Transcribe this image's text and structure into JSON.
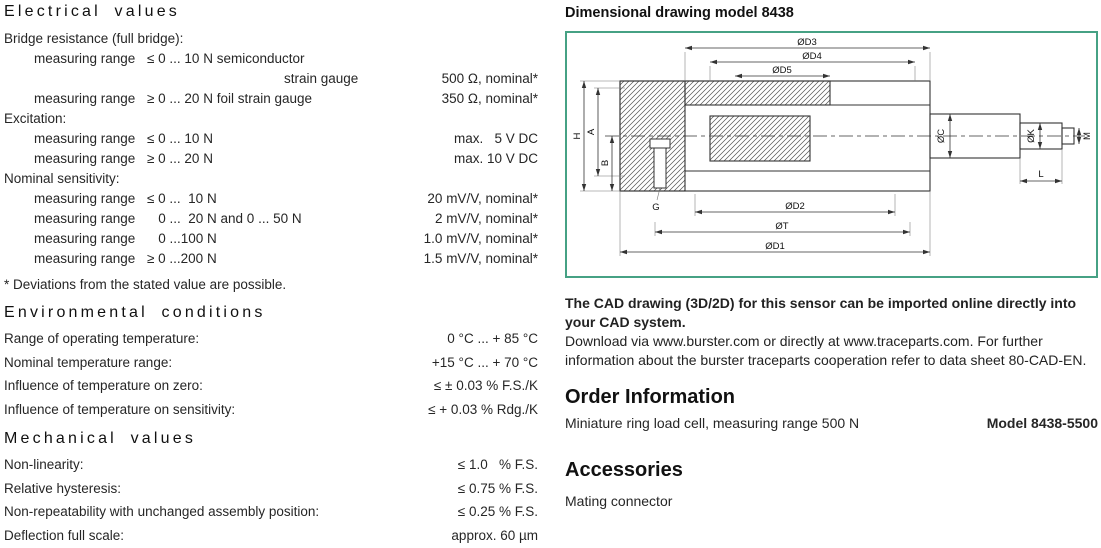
{
  "colors": {
    "accent_green": "#46a184"
  },
  "left": {
    "electrical": {
      "title": "Electrical values",
      "bridge": {
        "heading": "Bridge resistance (full bridge):",
        "rows": [
          {
            "label": "measuring range",
            "mid": "≤ 0 ... 10 N semiconductor",
            "value": ""
          },
          {
            "label": "",
            "mid": "strain gauge",
            "value": "500 Ω, nominal*"
          },
          {
            "label": "measuring range",
            "mid": "≥ 0 ... 20 N foil strain gauge",
            "value": "350 Ω, nominal*"
          }
        ]
      },
      "excitation": {
        "heading": "Excitation:",
        "rows": [
          {
            "label": "measuring range",
            "mid": "≤ 0 ... 10 N",
            "value": "max.   5 V DC"
          },
          {
            "label": "measuring range",
            "mid": "≥ 0 ... 20 N",
            "value": "max. 10 V DC"
          }
        ]
      },
      "sensitivity": {
        "heading": "Nominal sensitivity:",
        "rows": [
          {
            "label": "measuring range",
            "mid": "≤ 0 ...  10 N",
            "value": "20 mV/V, nominal*"
          },
          {
            "label": "measuring range",
            "mid": "   0 ...  20 N and 0 ... 50 N",
            "value": "2 mV/V, nominal*"
          },
          {
            "label": "measuring range",
            "mid": "   0 ...100 N",
            "value": "1.0 mV/V, nominal*"
          },
          {
            "label": "measuring range",
            "mid": "≥ 0 ...200 N",
            "value": "1.5 mV/V, nominal*"
          }
        ]
      },
      "footnote": "* Deviations from the stated value are possible."
    },
    "environmental": {
      "title": "Environmental conditions",
      "rows": [
        {
          "label": "Range of operating temperature:",
          "value": "0 °C ... + 85 °C"
        },
        {
          "label": "Nominal temperature range:",
          "value": "+15 °C ... + 70 °C"
        },
        {
          "label": "Influence of temperature on zero:",
          "value": "≤ ± 0.03 % F.S./K"
        },
        {
          "label": "Influence of temperature on sensitivity:",
          "value": "≤ + 0.03 % Rdg./K"
        }
      ]
    },
    "mechanical": {
      "title": "Mechanical values",
      "rows": [
        {
          "label": "Non-linearity:",
          "value": "≤ 1.0   % F.S."
        },
        {
          "label": "Relative hysteresis:",
          "value": "≤ 0.75 % F.S."
        },
        {
          "label": "Non-repeatability with unchanged assembly position:",
          "value": "≤ 0.25 % F.S."
        },
        {
          "label": "Deflection full scale:",
          "value": "approx. 60 µm"
        }
      ]
    }
  },
  "right": {
    "drawing_title": "Dimensional drawing model 8438",
    "drawing_labels": {
      "d1": "ØD1",
      "d2": "ØD2",
      "d3": "ØD3",
      "d4": "ØD4",
      "d5": "ØD5",
      "t": "ØT",
      "c": "ØC",
      "k": "ØK",
      "h": "H",
      "a": "A",
      "b": "B",
      "g": "G",
      "m": "M",
      "l": "L"
    },
    "cad": {
      "intro_bold": "The CAD drawing (3D/2D) for this sensor can be imported online directly into your CAD system.",
      "p1": "Download via ",
      "link1": "www.burster.com",
      "p2": " or directly at ",
      "link2": "www.traceparts.com",
      "p3": ". For further information about the burster traceparts cooperation refer to data sheet 80-CAD-EN."
    },
    "order": {
      "title": "Order Information",
      "description": "Miniature ring load cell, measuring range 500 N",
      "model": "Model 8438-5500"
    },
    "accessories": {
      "title": "Accessories",
      "item": "Mating connector"
    }
  }
}
